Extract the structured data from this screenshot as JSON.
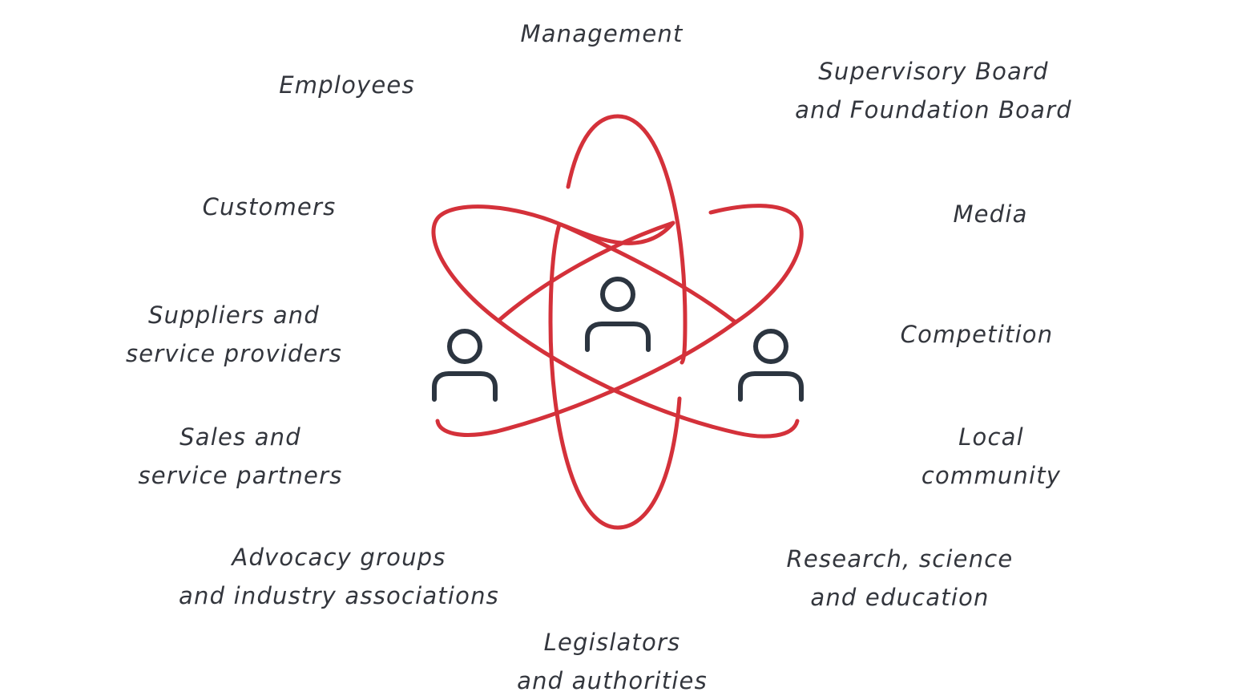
{
  "stakeholders": [
    {
      "id": "management",
      "lines": [
        "Management"
      ]
    },
    {
      "id": "employees",
      "lines": [
        "Employees"
      ]
    },
    {
      "id": "supervisory-board",
      "lines": [
        "Supervisory Board",
        "and Foundation Board"
      ]
    },
    {
      "id": "customers",
      "lines": [
        "Customers"
      ]
    },
    {
      "id": "media",
      "lines": [
        "Media"
      ]
    },
    {
      "id": "suppliers",
      "lines": [
        "Suppliers and",
        "service providers"
      ]
    },
    {
      "id": "competition",
      "lines": [
        "Competition"
      ]
    },
    {
      "id": "sales-partners",
      "lines": [
        "Sales and",
        "service partners"
      ]
    },
    {
      "id": "local-community",
      "lines": [
        "Local",
        "community"
      ]
    },
    {
      "id": "advocacy-groups",
      "lines": [
        "Advocacy groups",
        "and industry associations"
      ]
    },
    {
      "id": "research",
      "lines": [
        "Research, science",
        "and education"
      ]
    },
    {
      "id": "legislators",
      "lines": [
        "Legislators",
        "and authorities"
      ]
    }
  ],
  "colors": {
    "orbit": "#d4313a",
    "person": "#2c3540",
    "text": "#33363d"
  },
  "icons": [
    "atom-orbit-icon",
    "person-icon"
  ]
}
